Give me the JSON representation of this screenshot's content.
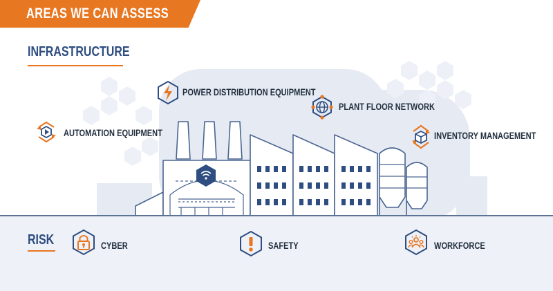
{
  "banner": {
    "title": "AREAS WE CAN ASSESS"
  },
  "infrastructure": {
    "heading": "INFRASTRUCTURE",
    "items": [
      {
        "label": "POWER DISTRIBUTION EQUIPMENT",
        "icon": "lightning-bolt-icon"
      },
      {
        "label": "PLANT FLOOR NETWORK",
        "icon": "network-globe-icon"
      },
      {
        "label": "AUTOMATION EQUIPMENT",
        "icon": "play-cycle-icon"
      },
      {
        "label": "INVENTORY MANAGEMENT",
        "icon": "box-cycle-icon"
      }
    ]
  },
  "risk": {
    "heading": "RISK",
    "items": [
      {
        "label": "CYBER",
        "icon": "padlock-icon"
      },
      {
        "label": "SAFETY",
        "icon": "warning-icon"
      },
      {
        "label": "WORKFORCE",
        "icon": "people-group-icon"
      }
    ]
  },
  "colors": {
    "accent": "#e87722",
    "navy": "#2e4d80",
    "outline": "#4a6491",
    "text": "#233040",
    "band": "#eef1f7",
    "background_shapes": "#e3e8f2"
  }
}
